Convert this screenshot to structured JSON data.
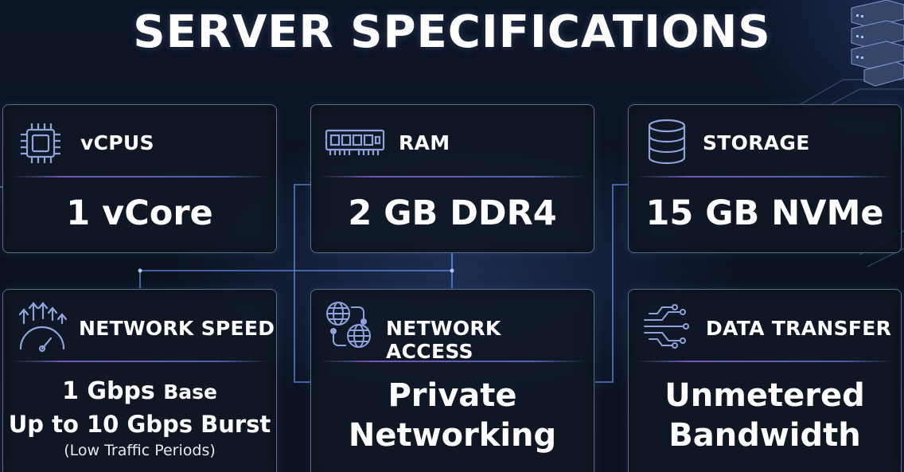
{
  "title": "SERVER SPECIFICATIONS",
  "cards": [
    {
      "label": "vCPUS",
      "icon": "cpu-chip-icon",
      "value": "1 vCore"
    },
    {
      "label": "RAM",
      "icon": "ram-module-icon",
      "value": "2 GB DDR4"
    },
    {
      "label": "STORAGE",
      "icon": "database-icon",
      "value": "15 GB NVMe"
    },
    {
      "label": "NETWORK SPEED",
      "icon": "speedometer-icon",
      "value_main": "1 Gbps",
      "value_main_suffix": "Base",
      "value_line2": "Up to 10 Gbps Burst",
      "value_note": "(Low Traffic Periods)"
    },
    {
      "label": "NETWORK ACCESS",
      "icon": "network-globes-icon",
      "value_line1": "Private",
      "value_line2": "Networking"
    },
    {
      "label": "DATA TRANSFER",
      "icon": "data-lines-icon",
      "value_line1": "Unmetered",
      "value_line2": "Bandwidth"
    }
  ],
  "colors": {
    "background": "#0b1322",
    "card_border": "#5a6b86",
    "icon": "#8fa2dc",
    "divider": "#8264d2",
    "glow": "#7fb0ff"
  }
}
